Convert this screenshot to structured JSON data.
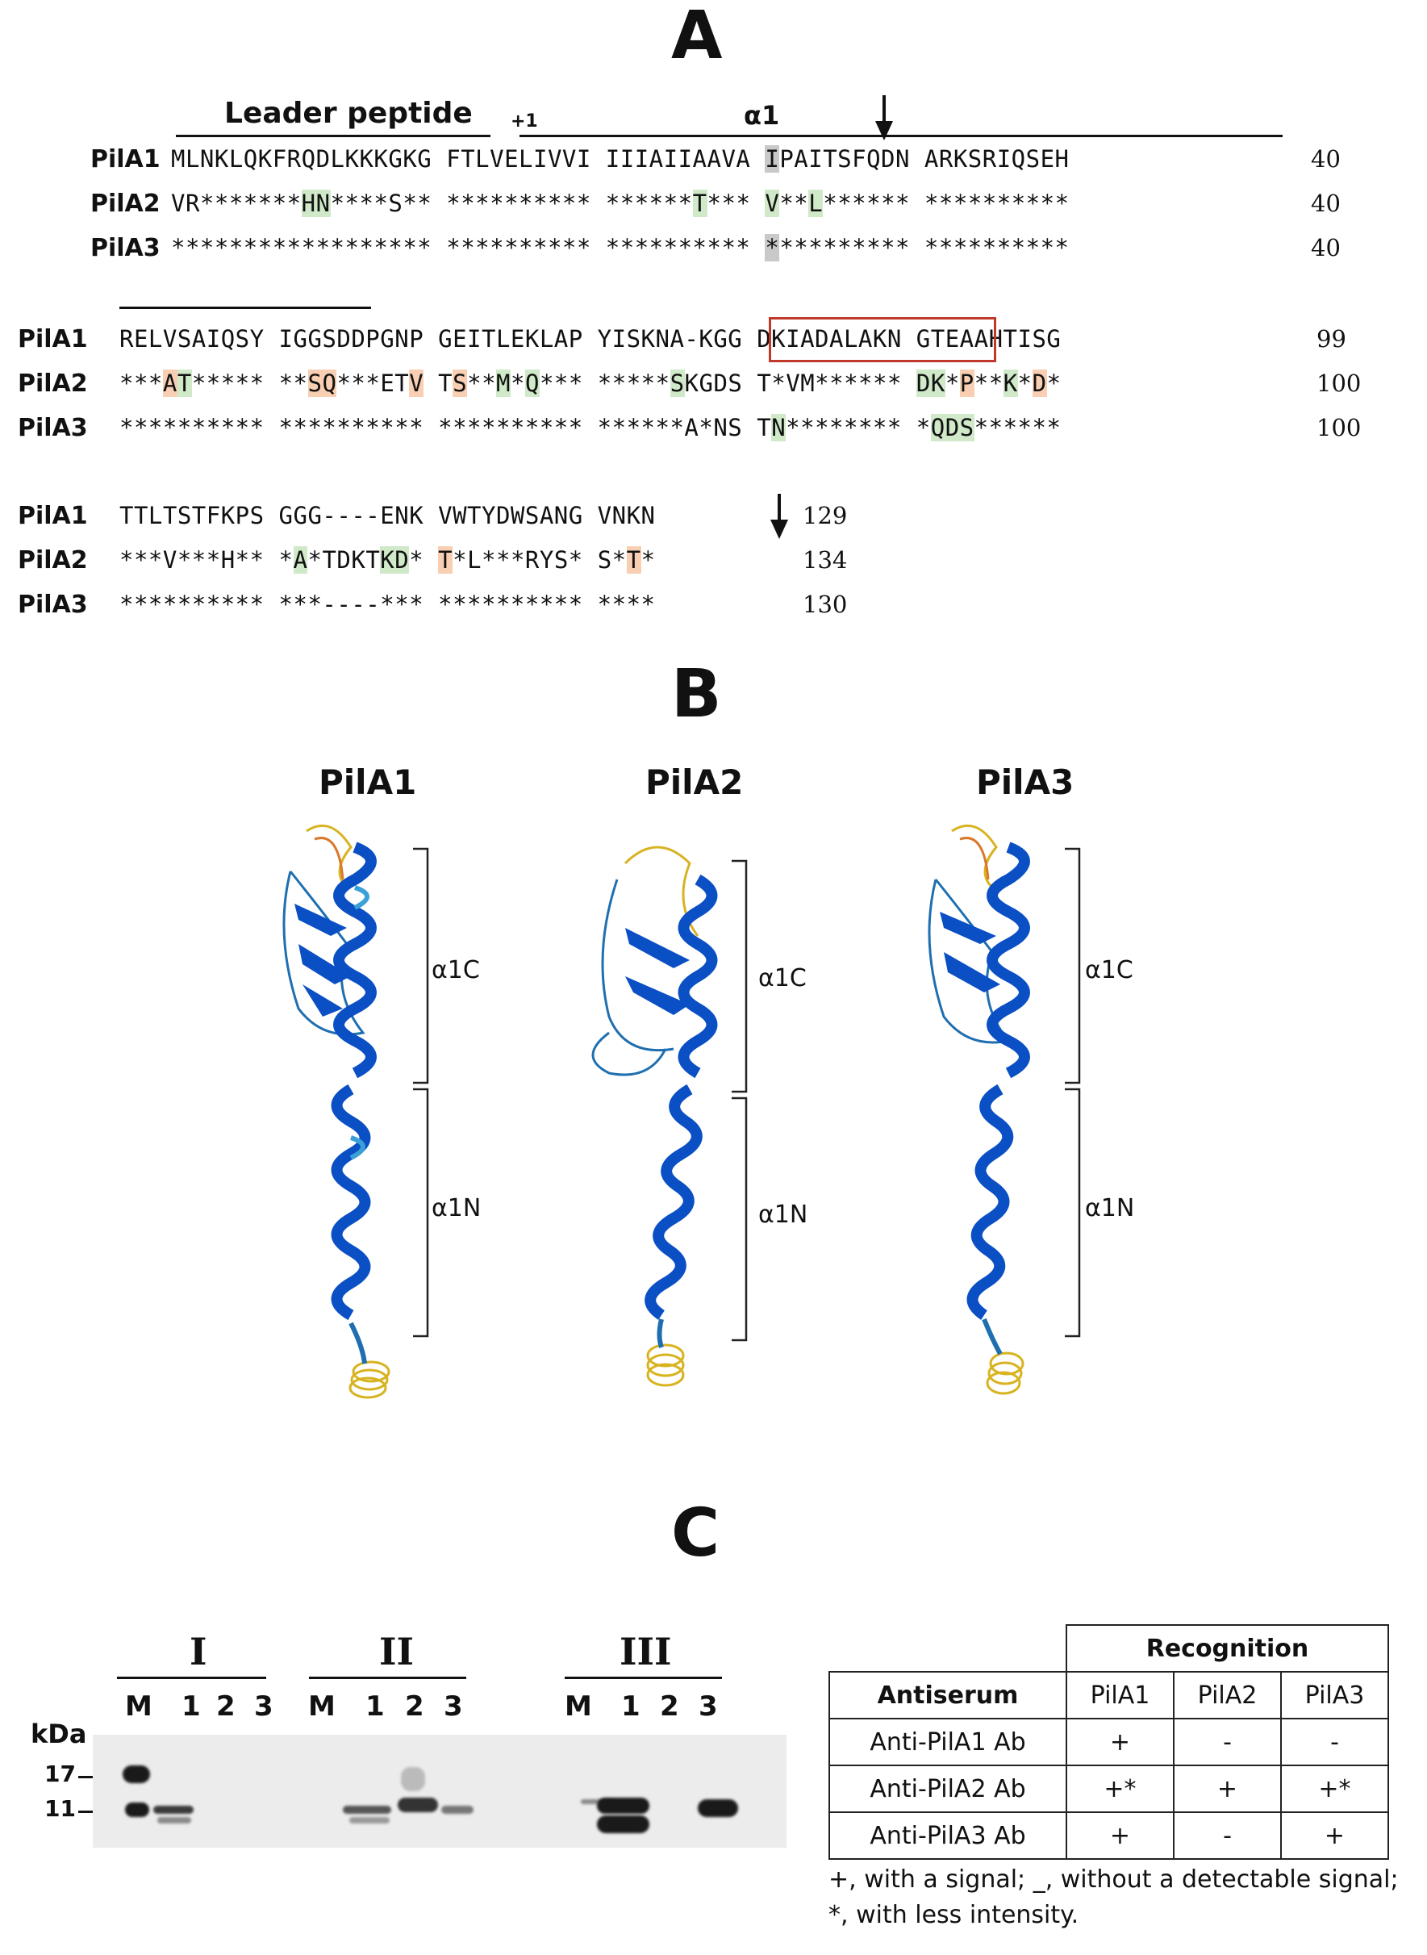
{
  "panelA": {
    "letter": "A",
    "leader_label": "Leader peptide",
    "plus1_label": "+1",
    "alpha1_label": "α1",
    "rows": [
      {
        "label": "PilA1",
        "seq": "MLNKLQKFRQDLKKKGKG FTLVELIVVI IIIAIIAAVA IPAITSFQDN ARKSRIQSEH",
        "num": "40"
      },
      {
        "label": "PilA2",
        "seq": "VR*******HN****S** ********** ******T*** V**L****** **********",
        "num": "40"
      },
      {
        "label": "PilA3",
        "seq": "****************** ********** ********** ********** **********",
        "num": "40"
      },
      {
        "label": "PilA1",
        "seq": "RELVSAIQSY IGGSDDPGNP GEITLEKLAP YISKNA-KGG DKIADALAKN GTEAAHTISG",
        "num": "99"
      },
      {
        "label": "PilA2",
        "seq": "***AT***** **SQ***ETV TS**M*Q*** *****SKGDS T*VM****** DK*P**K*D*",
        "num": "100"
      },
      {
        "label": "PilA3",
        "seq": "********** ********** ********** ******A*NS TN******** *QDS******",
        "num": "100"
      },
      {
        "label": "PilA1",
        "seq": "TTLTSTFKPS GGG----ENK VWTYDWSANG VNKN",
        "num": "129"
      },
      {
        "label": "PilA2",
        "seq": "***V***H** *A*TDKTKD* T*L***RYS* S*T*",
        "num": "134"
      },
      {
        "label": "PilA3",
        "seq": "********** ***----*** ********** ****",
        "num": "130"
      }
    ]
  },
  "panelB": {
    "letter": "B",
    "structures": [
      {
        "title": "PilA1",
        "upper": "α1C",
        "lower": "α1N"
      },
      {
        "title": "PilA2",
        "upper": "α1C",
        "lower": "α1N"
      },
      {
        "title": "PilA3",
        "upper": "α1C",
        "lower": "α1N"
      }
    ],
    "colors": {
      "helix_dark": "#0a4fc4",
      "helix_light": "#3aa0d8",
      "loop": "#1f6fb0",
      "accent_orange": "#d9782b",
      "accent_yellow": "#d8b320"
    }
  },
  "panelC": {
    "letter": "C",
    "blot": {
      "groups": [
        "I",
        "II",
        "III"
      ],
      "lanes": [
        "M",
        "1",
        "2",
        "3"
      ],
      "kda_label": "kDa",
      "markers": [
        "17",
        "11"
      ]
    },
    "table": {
      "header_group": "Recognition",
      "col_antiserum": "Antiserum",
      "cols": [
        "PilA1",
        "PilA2",
        "PilA3"
      ],
      "rows": [
        {
          "name": "Anti-PilA1 Ab",
          "vals": [
            "+",
            "-",
            "-"
          ]
        },
        {
          "name": "Anti-PilA2 Ab",
          "vals": [
            "+*",
            "+",
            "+*"
          ]
        },
        {
          "name": "Anti-PilA3 Ab",
          "vals": [
            "+",
            "-",
            "+"
          ]
        }
      ]
    },
    "legend_line1": "+, with a signal; _, without a detectable signal;",
    "legend_line2": "*, with less intensity."
  }
}
